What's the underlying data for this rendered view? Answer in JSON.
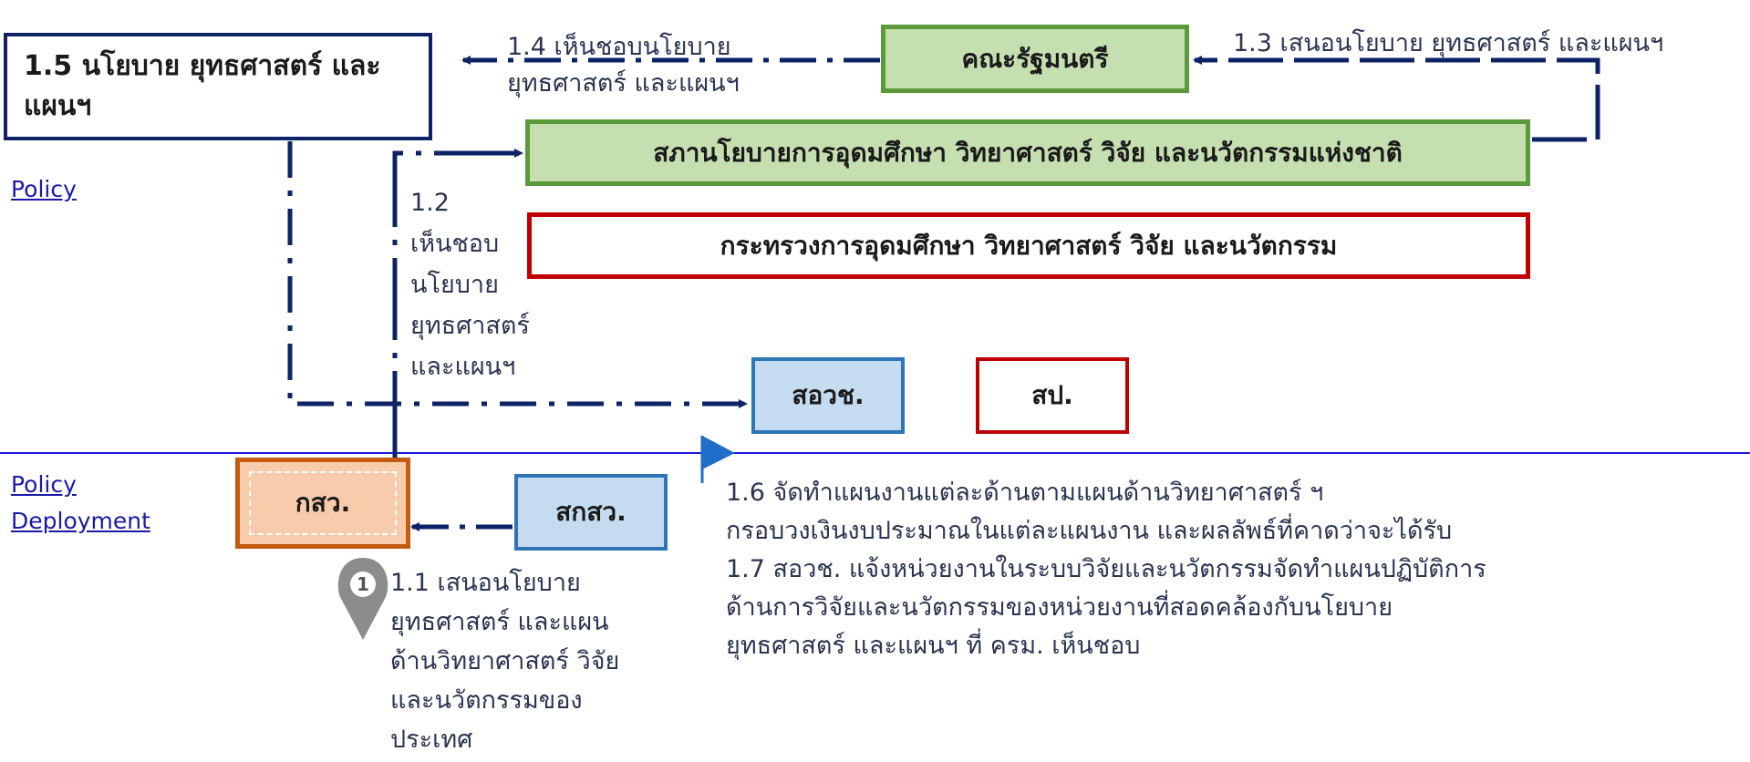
{
  "boxes": {
    "policy_plan": "1.5 นโยบาย ยุทธศาสตร์ และแผนฯ",
    "cabinet": "คณะรัฐมนตรี",
    "national_council": "สภานโยบายการอุดมศึกษา วิทยาศาสตร์ วิจัย และนวัตกรรมแห่งชาติ",
    "ministry": "กระทรวงการอุดมศึกษา วิทยาศาสตร์ วิจัย และนวัตกรรม",
    "nrct": "สอวช.",
    "sp": "สป.",
    "ksw": "กสว.",
    "sksw": "สกสว."
  },
  "steps": {
    "s14": "1.4 เห็นชอบนโยบาย\nยุทธศาสตร์ และแผนฯ",
    "s13": "1.3 เสนอนโยบาย ยุทธศาสตร์ และแผนฯ",
    "s12": "1.2\nเห็นชอบ\nนโยบาย\nยุทธศาสตร์\nและแผนฯ",
    "s11": "1.1 เสนอนโยบาย\nยุทธศาสตร์ และแผน\nด้านวิทยาศาสตร์ วิจัย\nและนวัตกรรมของ\nประเทศ",
    "s16": "1.6 จัดทำแผนงานแต่ละด้านตามแผนด้านวิทยาศาสตร์ ฯ\nกรอบวงเงินงบประมาณในแต่ละแผนงาน และผลลัพธ์ที่คาดว่าจะได้รับ\n1.7 สอวช. แจ้งหน่วยงานในระบบวิจัยและนวัตกรรมจัดทำแผนปฏิบัติการ\nด้านการวิจัยและนวัตกรรมของหน่วยงานที่สอดคล้องกับนโยบาย\nยุทธศาสตร์ และแผนฯ ที่ ครม. เห็นชอบ",
    "marker_number": "1"
  },
  "section_labels": {
    "policy": "Policy",
    "deployment": "Policy\nDeployment"
  },
  "colors": {
    "navy": "#0d2366",
    "green_fill": "#c6dfb1",
    "green_border": "#5a9a3a",
    "red_border": "#c00000",
    "blue_fill": "#c5dcf0",
    "blue_border": "#2e75b6",
    "orange_fill": "#f8cbad",
    "orange_border": "#c55a11",
    "divider": "#1a1ad6"
  }
}
